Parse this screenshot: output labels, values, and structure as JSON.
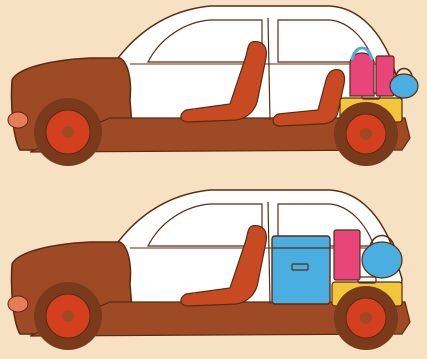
{
  "image": {
    "kind": "illustration",
    "scenes": [
      {
        "label": "car-side-view-rear-seats-up",
        "cargo": [
          "pink-duffel-bag",
          "blue-duffel-bag",
          "pink-bag",
          "yellow-suitcase"
        ]
      },
      {
        "label": "car-side-view-rear-seats-folded",
        "cargo": [
          "blue-trunk",
          "pink-bag",
          "blue-duffel-bag",
          "yellow-suitcase"
        ]
      }
    ],
    "colors": {
      "background": "#f6e2c2",
      "car_body": "#9e4a24",
      "car_white": "#ffffff",
      "seats": "#c84a22",
      "wheels": "#d4401e",
      "tyres": "#7a3a1c",
      "headlight": "#e87c5a",
      "suitcase_yellow": "#f2c63a",
      "bag_blue": "#4aaee0",
      "bag_pink": "#e8457a",
      "outline": "#5a2b12"
    }
  }
}
